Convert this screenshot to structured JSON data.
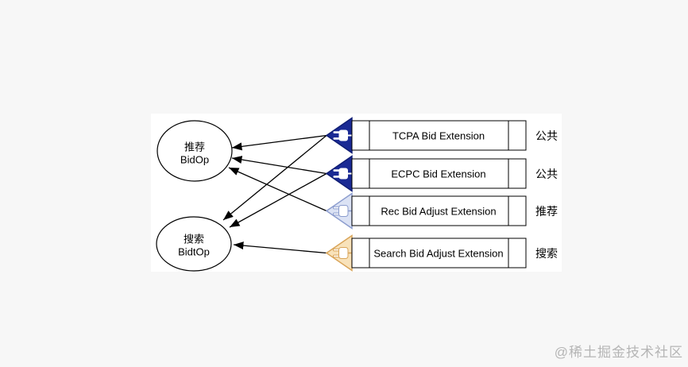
{
  "colors": {
    "page_bg": "#f7f7f7",
    "panel_bg": "#ffffff",
    "line": "#000000",
    "navy_fill": "#1a2a94",
    "navy_stroke": "#0f1d73",
    "lightblue_fill": "#dbe2f4",
    "lightblue_stroke": "#8b9cce",
    "orange_fill": "#f8e2ba",
    "orange_stroke": "#d9a458",
    "white": "#ffffff",
    "watermark_color": "#b5b5b5"
  },
  "nodes": {
    "recommend": {
      "line1": "推荐",
      "line2": "BidOp"
    },
    "search": {
      "line1": "搜索",
      "line2": "BidtOp"
    }
  },
  "extensions": [
    {
      "title": "TCPA Bid Extension",
      "scope": "公共"
    },
    {
      "title": "ECPC Bid Extension",
      "scope": "公共"
    },
    {
      "title": "Rec Bid Adjust Extension",
      "scope": "推荐"
    },
    {
      "title": "Search Bid Adjust Extension",
      "scope": "搜索"
    }
  ],
  "edges": [
    {
      "from": "TCPA Bid Extension",
      "to": "推荐 BidOp"
    },
    {
      "from": "TCPA Bid Extension",
      "to": "搜索 BidtOp"
    },
    {
      "from": "ECPC Bid Extension",
      "to": "推荐 BidOp"
    },
    {
      "from": "ECPC Bid Extension",
      "to": "搜索 BidtOp"
    },
    {
      "from": "Rec Bid Adjust Extension",
      "to": "推荐 BidOp"
    },
    {
      "from": "Search Bid Adjust Extension",
      "to": "搜索 BidtOp"
    }
  ],
  "watermark": "@稀土掘金技术社区"
}
